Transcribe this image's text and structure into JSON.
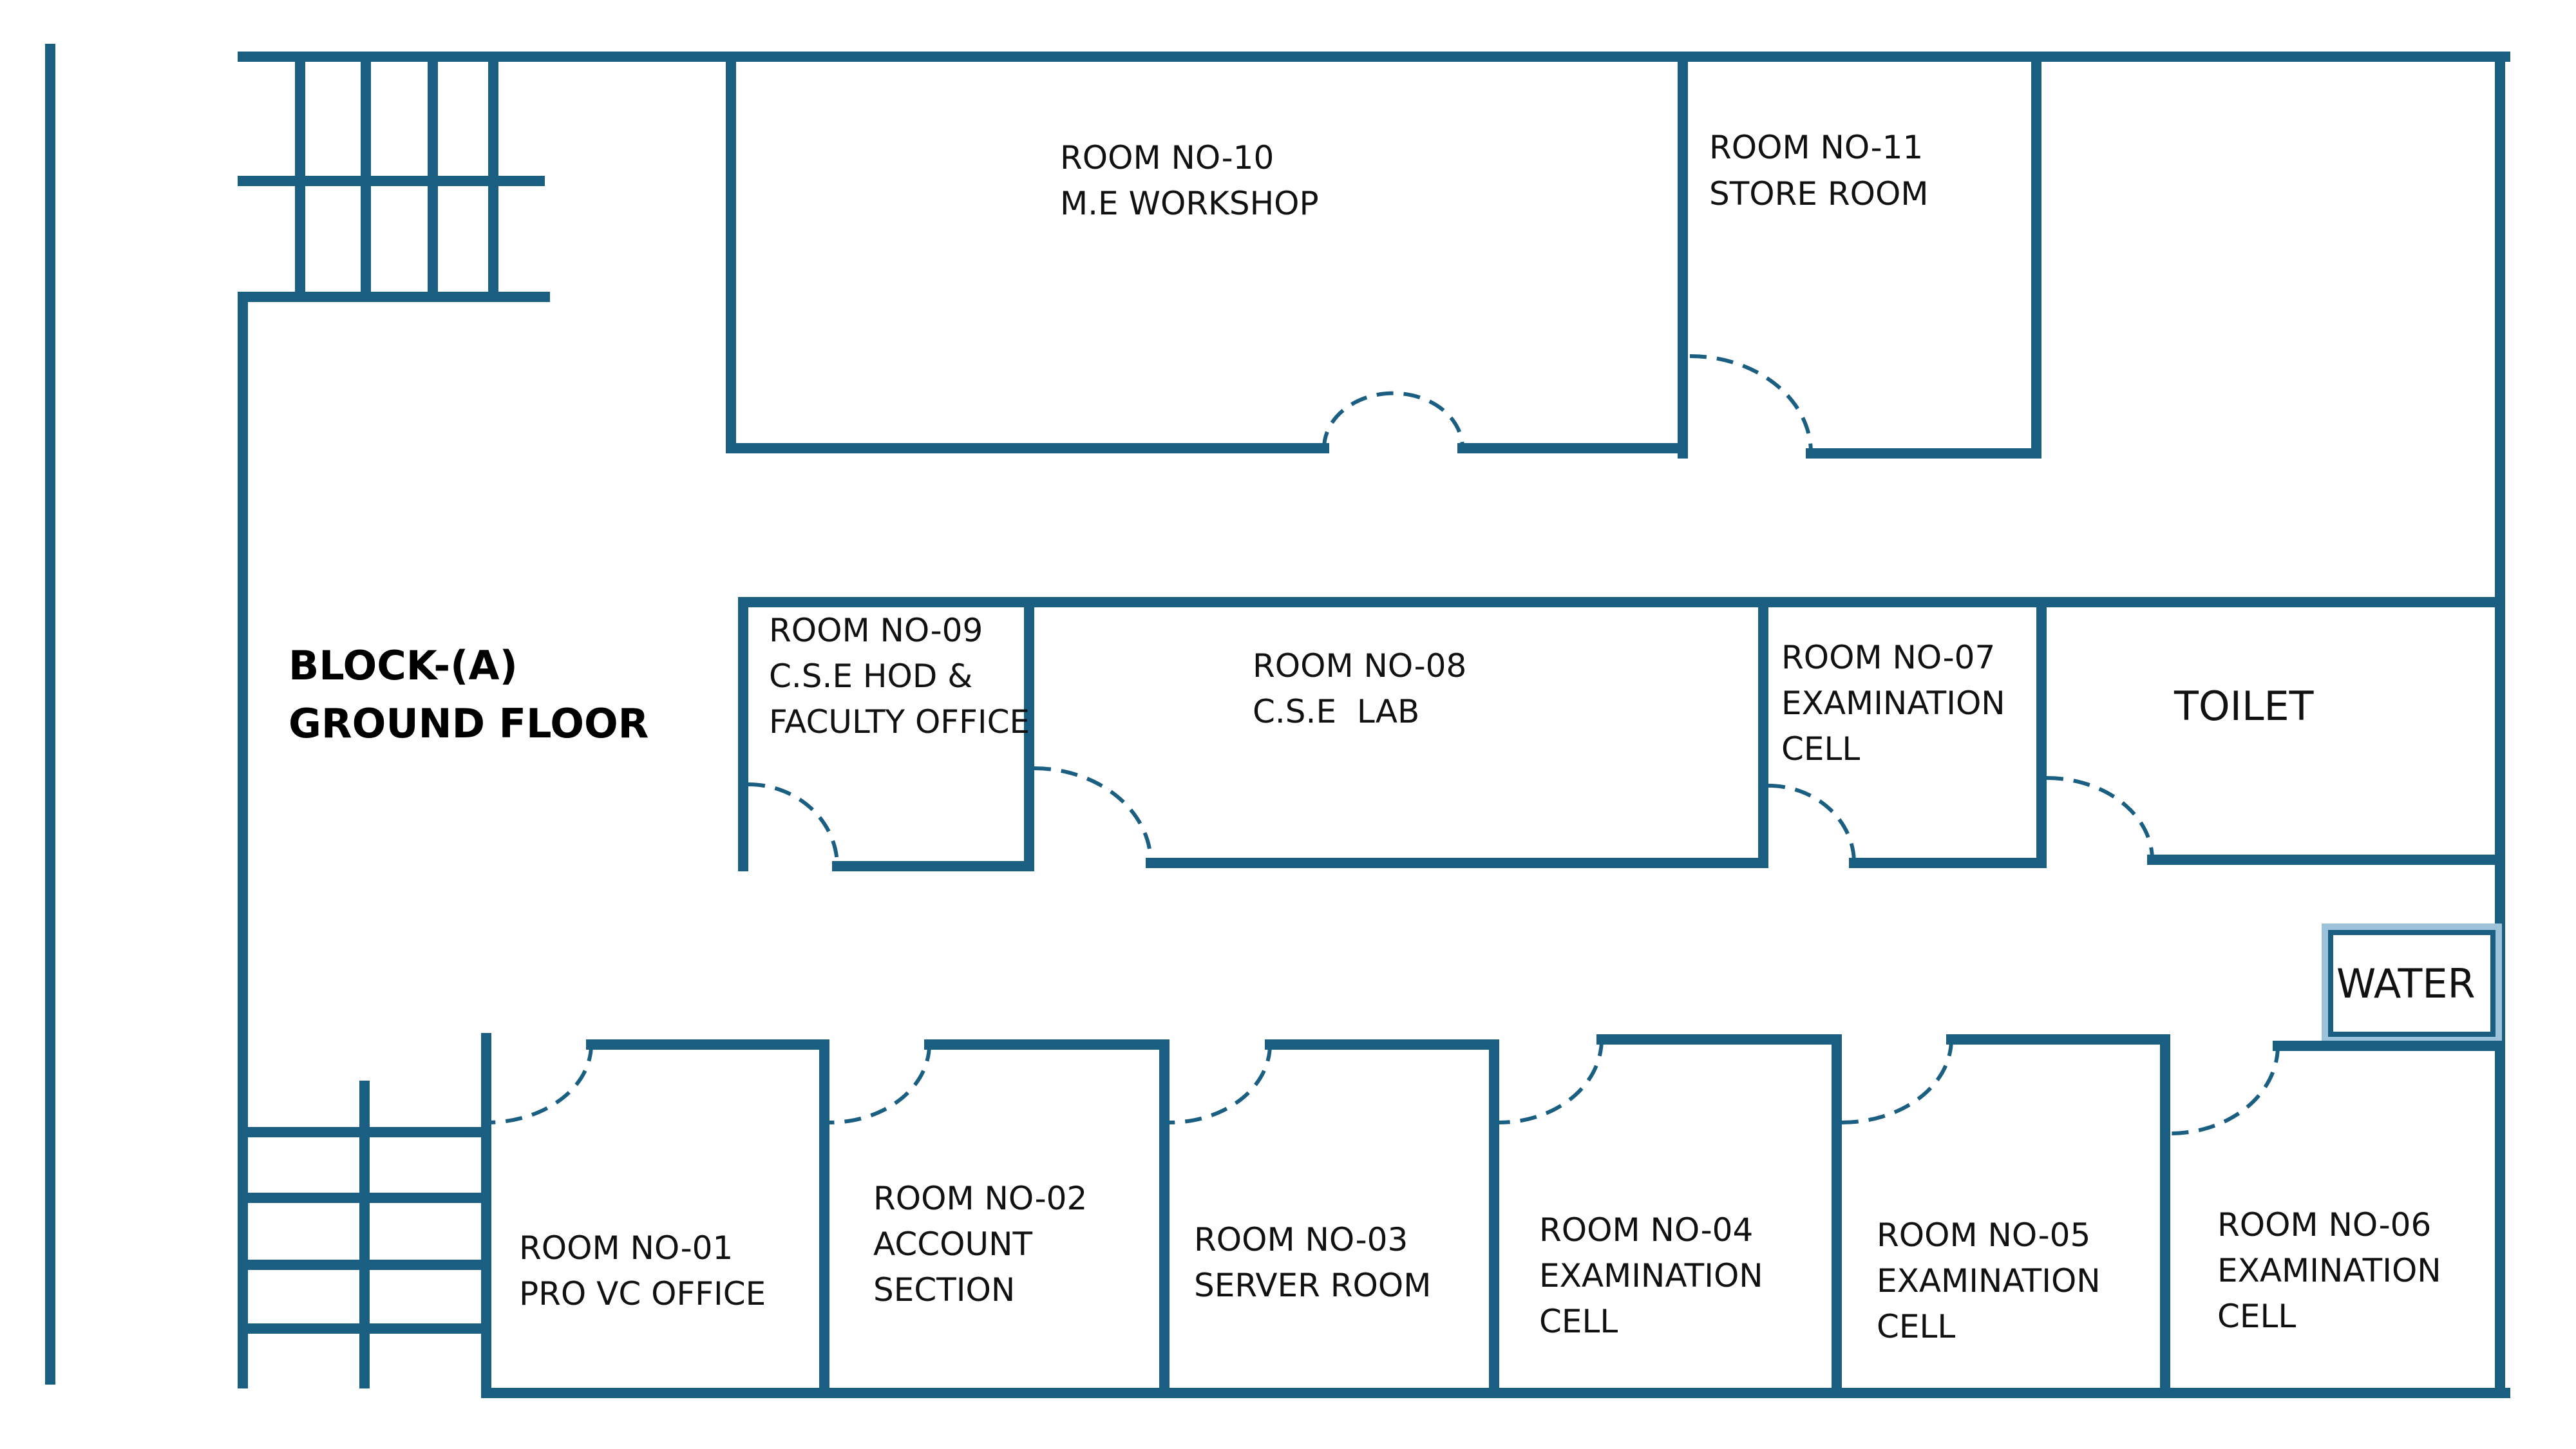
{
  "title": {
    "line1": "BLOCK-(A)",
    "line2": "GROUND FLOOR"
  },
  "rooms": {
    "r10": {
      "no": "ROOM NO-10",
      "name": "M.E WORKSHOP"
    },
    "r11": {
      "no": "ROOM NO-11",
      "name": "STORE ROOM"
    },
    "r09": {
      "no": "ROOM NO-09",
      "name": "C.S.E HOD &",
      "name2": "FACULTY OFFICE"
    },
    "r08": {
      "no": "ROOM NO-08",
      "name": "C.S.E  LAB"
    },
    "r07": {
      "no": "ROOM NO-07",
      "name": "EXAMINATION",
      "name2": "CELL"
    },
    "toilet": {
      "name": "TOILET"
    },
    "water": {
      "name": "WATER"
    },
    "r01": {
      "no": "ROOM NO-01",
      "name": "PRO VC OFFICE"
    },
    "r02": {
      "no": "ROOM NO-02",
      "name": "ACCOUNT",
      "name2": "SECTION"
    },
    "r03": {
      "no": "ROOM NO-03",
      "name": "SERVER ROOM"
    },
    "r04": {
      "no": "ROOM NO-04",
      "name": "EXAMINATION",
      "name2": "CELL"
    },
    "r05": {
      "no": "ROOM NO-05",
      "name": "EXAMINATION",
      "name2": "CELL"
    },
    "r06": {
      "no": "ROOM NO-06",
      "name": "EXAMINATION",
      "name2": "CELL"
    }
  },
  "colors": {
    "wall": "#1a5f82",
    "text": "#111111",
    "background": "#ffffff"
  }
}
